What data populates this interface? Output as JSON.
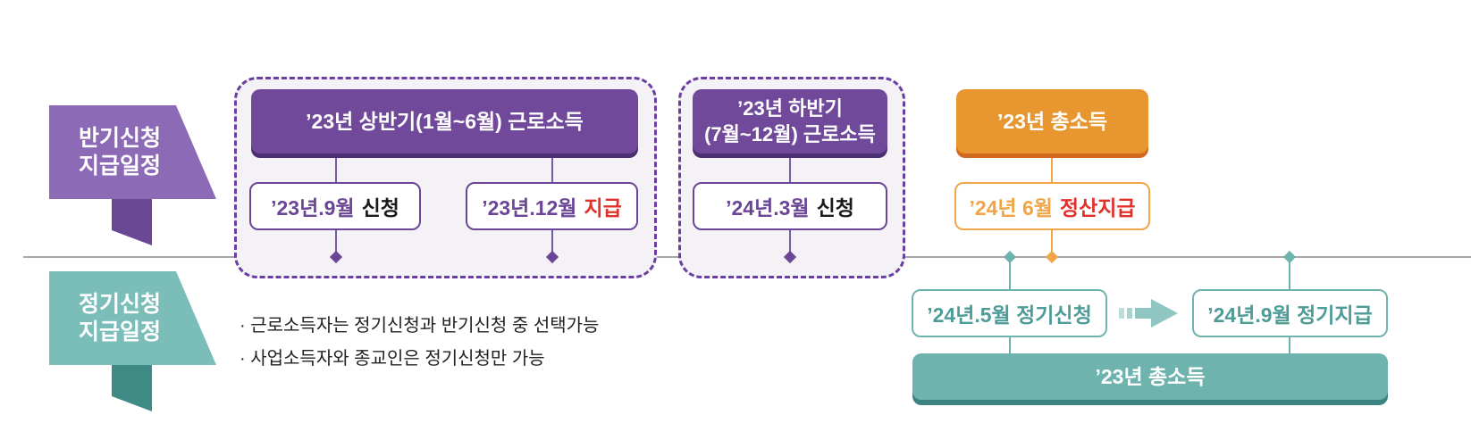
{
  "rows": {
    "half_year": {
      "label_line1": "반기신청",
      "label_line2": "지급일정",
      "color": "#7f5fa8"
    },
    "regular": {
      "label_line1": "정기신청",
      "label_line2": "지급일정",
      "color": "#6fb3ae"
    }
  },
  "half_year_groups": [
    {
      "header": "’23년 상반기(1월~6월) 근로소득",
      "events": [
        {
          "date": "’23년.9월",
          "action": "신청",
          "action_color": "#1a1a1a"
        },
        {
          "date": "’23년.12월",
          "action": "지급",
          "action_color": "#e0312d"
        }
      ]
    },
    {
      "header_line1": "’23년 하반기",
      "header_line2": "(7월~12월) 근로소득",
      "events": [
        {
          "date": "’24년.3월",
          "action": "신청",
          "action_color": "#1a1a1a"
        }
      ]
    }
  ],
  "annual_settlement": {
    "header": "’23년 총소득",
    "event_date": "’24년 6월",
    "event_action": "정산지급",
    "color": "#e8962f",
    "action_color": "#e0312d"
  },
  "regular_schedule": {
    "apply": "’24년.5월 정기신청",
    "pay": "’24년.9월 정기지급",
    "income_bar": "’23년 총소득",
    "color": "#6fb3ae"
  },
  "notes": [
    "· 근로소득자는 정기신청과 반기신청 중 선택가능",
    "· 사업소득자와 종교인은 정기신청만 가능"
  ],
  "arrow_icon": "arrow-right-icon"
}
